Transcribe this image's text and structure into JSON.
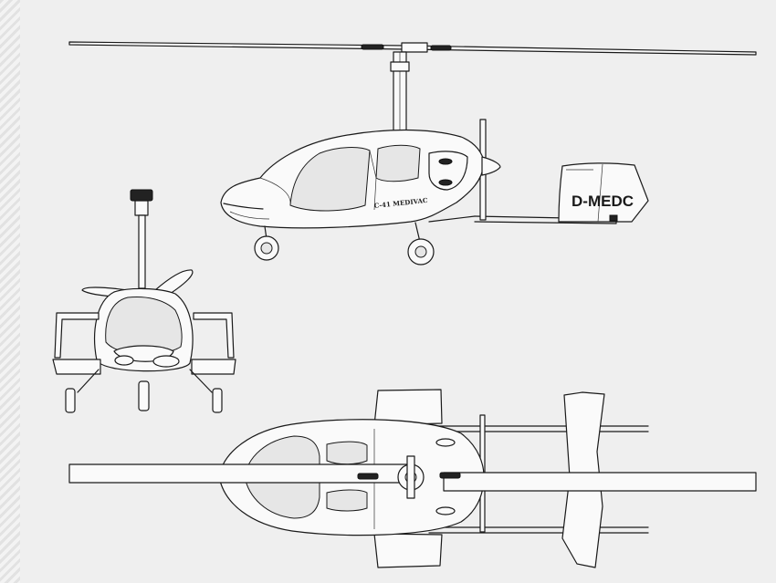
{
  "registration": "D-MEDC",
  "fuselage_marking": "C-41 MEDIVAC",
  "views": [
    "side-view",
    "front-view",
    "top-view"
  ]
}
